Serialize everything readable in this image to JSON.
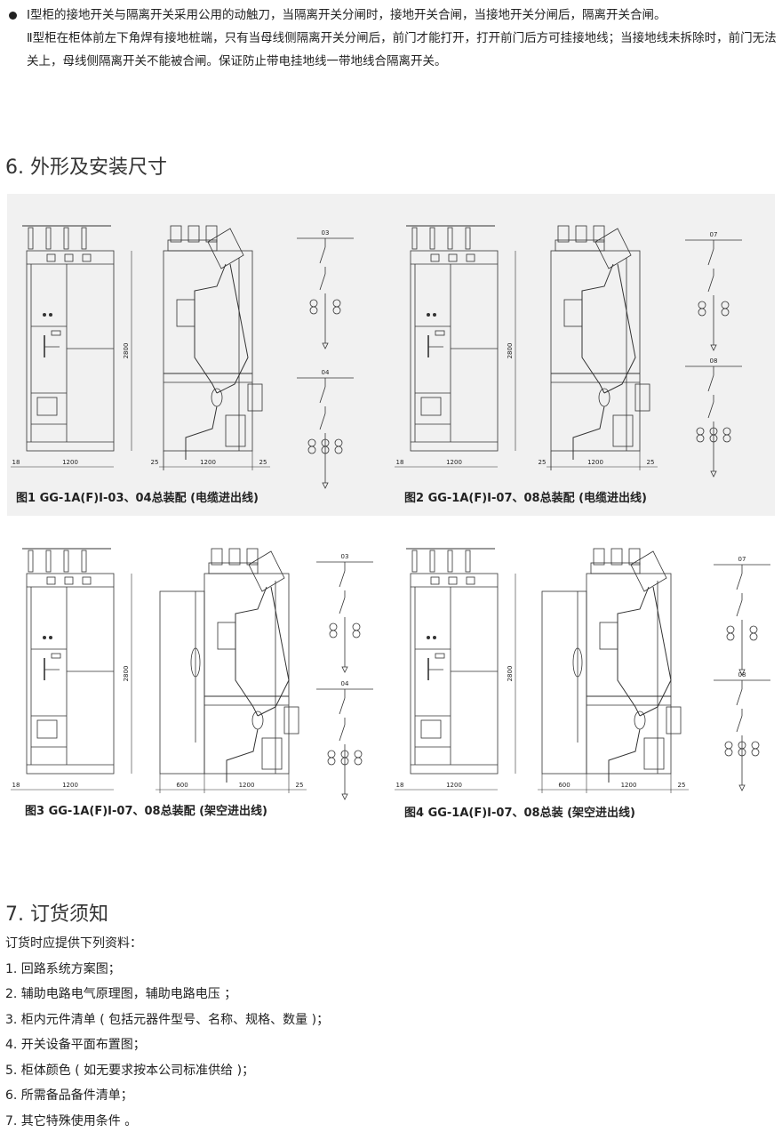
{
  "intro": {
    "lines": [
      "Ⅰ型柜的接地开关与隔离开关采用公用的动触刀，当隔离开关分闸时，接地开关合闸，当接地开关分闸后，隔离开关合闸。",
      "Ⅱ型柜在柜体前左下角焊有接地桩端，只有当母线侧隔离开关分闸后，前门才能打开，打开前门后方可挂接地线；当接地线未拆除时，前门无法关上，母线侧隔离开关不能被合闸。保证防止带电挂地线一带地线合隔离开关。"
    ]
  },
  "section6": {
    "title": "6. 外形及安装尺寸",
    "figures": [
      {
        "caption": "图1 GG-1A(F)I-03、04总装配 (电缆进出线)",
        "height": "2800",
        "width": "1200",
        "left": "18",
        "side_left": "25",
        "side_width": "1200",
        "side_right": "25",
        "diagrams": [
          "03",
          "04"
        ]
      },
      {
        "caption": "图2 GG-1A(F)I-07、08总装配 (电缆进出线)",
        "height": "2800",
        "width": "1200",
        "left": "18",
        "side_left": "25",
        "side_width": "1200",
        "side_right": "25",
        "diagrams": [
          "07",
          "08"
        ]
      },
      {
        "caption": "图3 GG-1A(F)I-07、08总装配 (架空进出线)",
        "height": "2800",
        "width": "1200",
        "left": "18",
        "side_left": "600",
        "side_width": "1200",
        "side_right": "25",
        "diagrams": [
          "03",
          "04"
        ]
      },
      {
        "caption": "图4 GG-1A(F)I-07、08总装 (架空进出线)",
        "height": "2800",
        "width": "1200",
        "left": "18",
        "side_left": "600",
        "side_width": "1200",
        "side_right": "25",
        "diagrams": [
          "07",
          "08"
        ]
      }
    ]
  },
  "section7": {
    "title": "7. 订货须知",
    "intro": "订货时应提供下列资料：",
    "items": [
      "1. 回路系统方案图；",
      "2. 辅助电路电气原理图，辅助电路电压 ；",
      "3. 柜内元件清单 ( 包括元器件型号、名称、规格、数量 )；",
      "4. 开关设备平面布置图；",
      "5. 柜体颜色 ( 如无要求按本公司标准供给 )；",
      "6. 所需备品备件清单；",
      "7. 其它特殊使用条件 。"
    ]
  }
}
